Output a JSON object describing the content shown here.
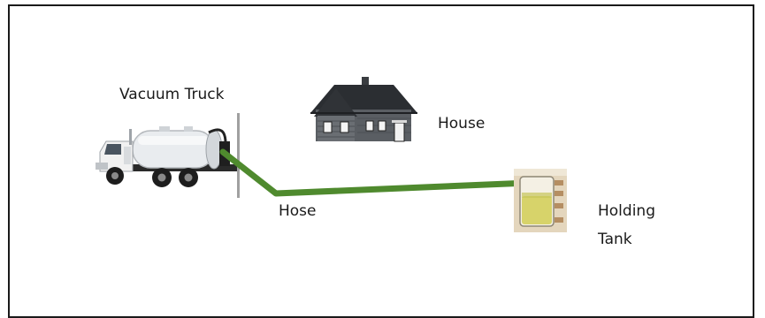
{
  "labels": {
    "vacuum_truck": "Vacuum Truck",
    "house": "House",
    "hose": "Hose",
    "holding_tank_line1": "Holding",
    "holding_tank_line2": "Tank"
  },
  "colors": {
    "hose": "#4f8a2e",
    "house_body": "#4a4d52",
    "roof": "#2f3236",
    "truck_tank": "#e9ecef",
    "tank_liquid": "#d7d36a",
    "frame": "#1a1a1a"
  },
  "icons": [
    "vacuum-truck-icon",
    "house-icon",
    "holding-tank-icon"
  ]
}
